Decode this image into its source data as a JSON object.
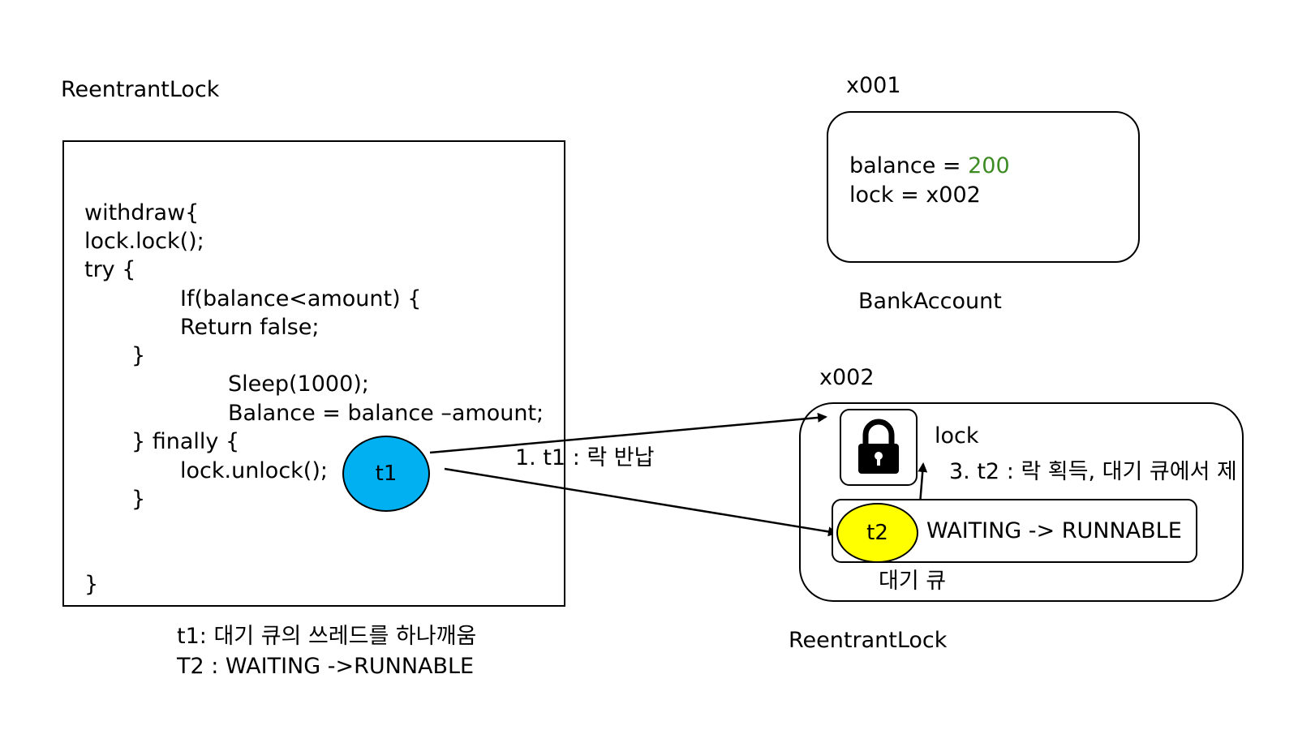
{
  "colors": {
    "t1_fill": "#00b0f0",
    "t2_fill": "#ffff00",
    "balance_value": "#3d8b23"
  },
  "code_box": {
    "title": "ReentrantLock",
    "lines": [
      "withdraw{",
      "lock.lock();",
      "try {",
      "If(balance<amount) {",
      "Return false;",
      "}",
      "Sleep(1000);",
      "Balance =   balance –amount;",
      "} finally {",
      "lock.unlock();",
      "}",
      "}"
    ],
    "caption_line1": "t1: 대기 큐의 쓰레드를 하나깨움",
    "caption_line2": "T2 : WAITING ->RUNNABLE"
  },
  "bank_account": {
    "address": "x001",
    "balance_label": "balance  =  ",
    "balance_value": "200",
    "lock_line": "lock  =  x002",
    "caption": "BankAccount"
  },
  "reentrant_lock": {
    "address": "x002",
    "lock_label": "lock",
    "lock_icon": "padlock-icon",
    "queue_state": "WAITING -> RUNNABLE",
    "queue_caption": "대기 큐",
    "caption": "ReentrantLock"
  },
  "threads": {
    "t1": "t1",
    "t2": "t2"
  },
  "annotations": {
    "step1": "1. t1 : 락 반납",
    "step3": "3. t2 : 락 획득, 대기 큐에서 제"
  }
}
